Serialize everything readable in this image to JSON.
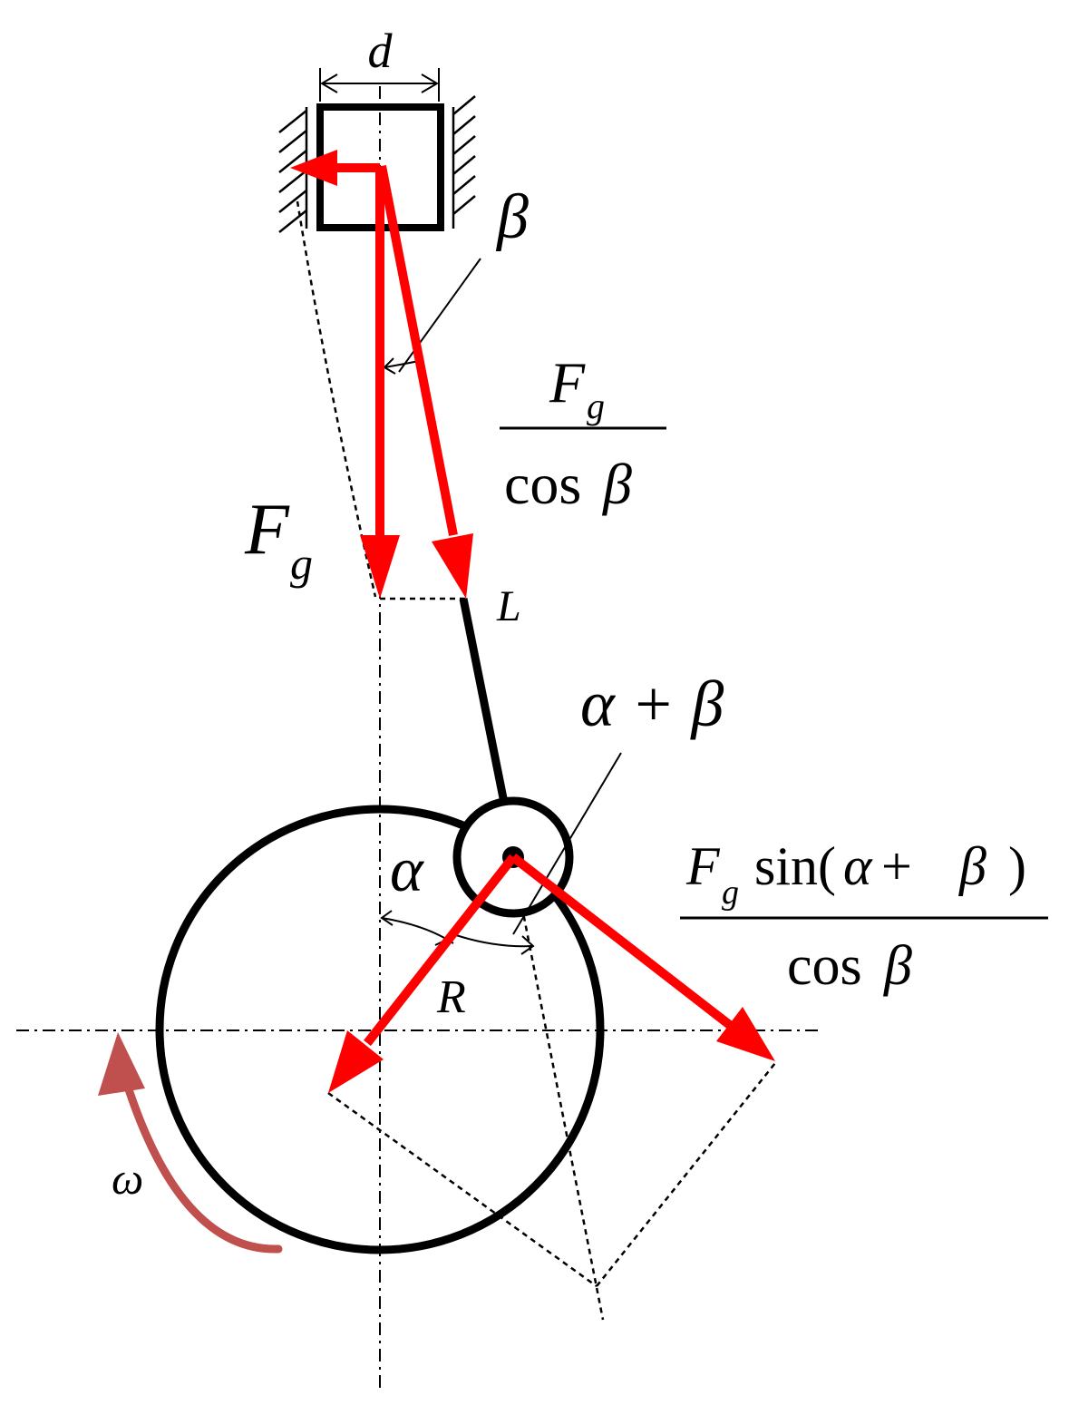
{
  "labels": {
    "d": "d",
    "beta": "β",
    "F": "F",
    "g": "g",
    "cos": "cos",
    "L": "L",
    "alpha_plus_beta": "α + β",
    "alpha": "α",
    "R": "R",
    "omega": "ω",
    "sin_open": "sin(",
    "alpha_sym": "α",
    "plus": " + ",
    "beta_sym": "β",
    "close_paren": ")"
  },
  "colors": {
    "force": "#ff0000",
    "rotation": "#c0504d",
    "structure": "#000000"
  }
}
